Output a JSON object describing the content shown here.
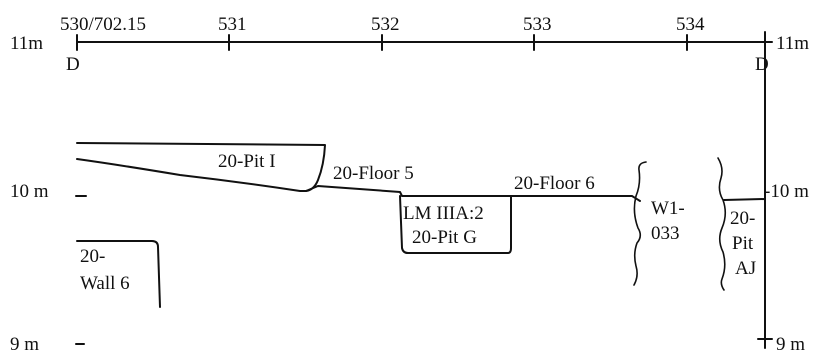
{
  "grid": {
    "easting_labels": [
      "530/702.15",
      "531",
      "532",
      "533",
      "534"
    ],
    "datum_label_left": "D",
    "datum_label_right": "D"
  },
  "elevation": {
    "left": [
      "11m",
      "10 m",
      "9 m"
    ],
    "right": [
      "11m",
      "-10 m",
      "9 m"
    ]
  },
  "features": {
    "pit_i": "20-Pit I",
    "floor_5": "20-Floor 5",
    "floor_6": "20-Floor 6",
    "pit_g": [
      "LM IIIA:2",
      "20-Pit G"
    ],
    "wall_6": [
      "20-",
      "Wall 6"
    ],
    "w1_033": [
      "W1-",
      "033"
    ],
    "pit_aj": [
      "20-",
      "Pit",
      "AJ"
    ]
  }
}
